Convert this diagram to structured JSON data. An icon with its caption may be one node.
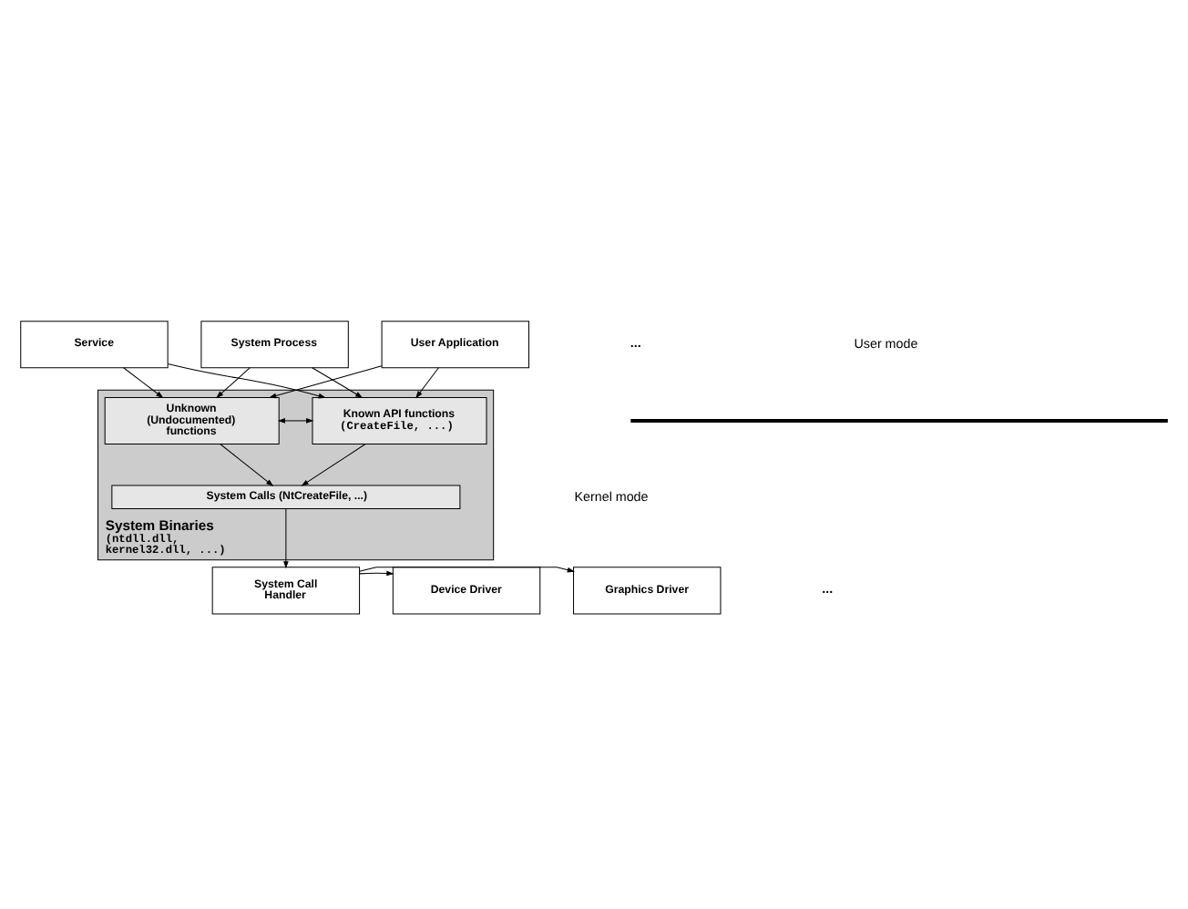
{
  "diagram": {
    "nodes": [
      {
        "text": [
          "System Process"
        ]
      },
      {
        "text": [
          "User Application"
        ]
      },
      {
        "text": [
          "Service"
        ]
      },
      {
        "text": [
          "System Binaries",
          "(ntdll.dll, kernel32.dll, ...)"
        ]
      },
      {
        "text": [
          "Known API functions",
          "(CreateFile, ...)"
        ],
        "in": 3
      },
      {
        "text": [
          "Unknown (Undocumented) functions"
        ],
        "in": 3
      },
      {
        "text": [
          "System Calls (NtCreateFile, ...)"
        ],
        "in": 3
      },
      {
        "text": [
          "Device Driver"
        ]
      },
      {
        "text": [
          "System Call Handler"
        ]
      },
      {
        "text": [
          "Graphics Driver"
        ]
      }
    ],
    "edges": [
      {
        "from": 0,
        "to": 4,
        "arrow": "to"
      },
      {
        "from": 0,
        "to": 5,
        "arrow": "to"
      },
      {
        "from": 1,
        "to": 4,
        "arrow": "to"
      },
      {
        "from": 1,
        "to": 5,
        "arrow": "to"
      },
      {
        "from": 2,
        "to": 4,
        "arrow": "to"
      },
      {
        "from": 2,
        "to": 5,
        "arrow": "to"
      },
      {
        "from": 4,
        "to": 5,
        "arrow": "both"
      },
      {
        "from": 4,
        "to": 6,
        "arrow": "to"
      },
      {
        "from": 5,
        "to": 6,
        "arrow": "to"
      },
      {
        "from": 6,
        "to": 8,
        "arrow": "to"
      },
      {
        "from": 8,
        "to": 7,
        "arrow": "to"
      },
      {
        "from": 8,
        "to": 9,
        "arrow": "to"
      }
    ],
    "labels": [
      "...",
      "User mode",
      "Kernel mode",
      "..."
    ]
  }
}
